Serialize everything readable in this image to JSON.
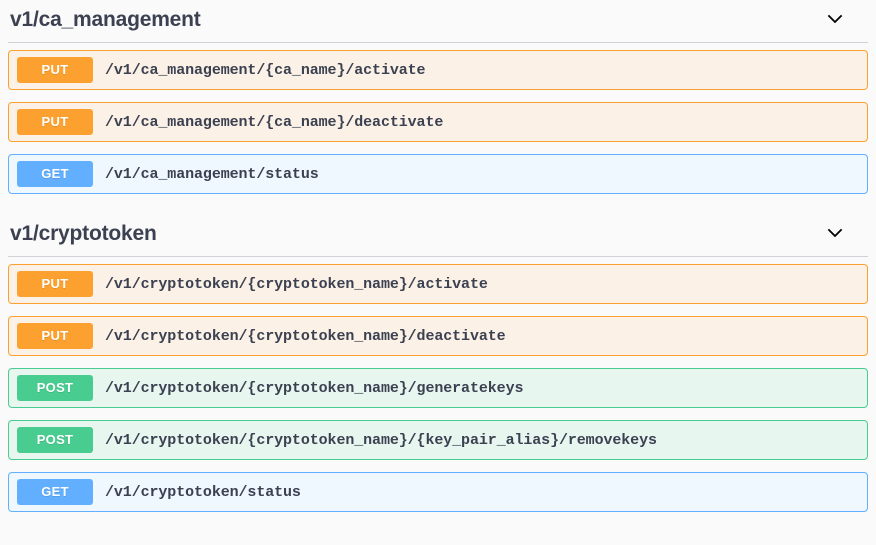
{
  "page": {
    "background": "#fafafa",
    "text_color": "#3b4151"
  },
  "method_colors": {
    "get": "#61affe",
    "put": "#fca130",
    "post": "#49cc90"
  },
  "sections": [
    {
      "tag": "v1/ca_management",
      "collapse_icon": "chevron-down-icon",
      "operations": [
        {
          "method": "PUT",
          "method_key": "put",
          "path": "/v1/ca_management/{ca_name}/activate"
        },
        {
          "method": "PUT",
          "method_key": "put",
          "path": "/v1/ca_management/{ca_name}/deactivate"
        },
        {
          "method": "GET",
          "method_key": "get",
          "path": "/v1/ca_management/status"
        }
      ]
    },
    {
      "tag": "v1/cryptotoken",
      "collapse_icon": "chevron-down-icon",
      "operations": [
        {
          "method": "PUT",
          "method_key": "put",
          "path": "/v1/cryptotoken/{cryptotoken_name}/activate"
        },
        {
          "method": "PUT",
          "method_key": "put",
          "path": "/v1/cryptotoken/{cryptotoken_name}/deactivate"
        },
        {
          "method": "POST",
          "method_key": "post",
          "path": "/v1/cryptotoken/{cryptotoken_name}/generatekeys"
        },
        {
          "method": "POST",
          "method_key": "post",
          "path": "/v1/cryptotoken/{cryptotoken_name}/{key_pair_alias}/removekeys"
        },
        {
          "method": "GET",
          "method_key": "get",
          "path": "/v1/cryptotoken/status"
        }
      ]
    }
  ]
}
